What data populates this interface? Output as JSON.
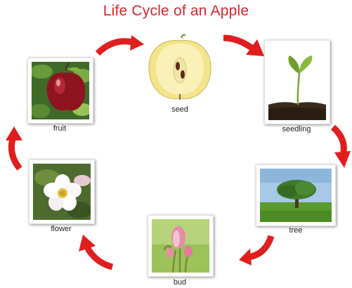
{
  "title": "Life Cycle of an Apple",
  "stages": {
    "seed": "seed",
    "seedling": "seedling",
    "tree": "tree",
    "bud": "bud",
    "flower": "flower",
    "fruit": "fruit"
  },
  "colors": {
    "title": "#d8262b",
    "arrow": "#e01e1e"
  }
}
